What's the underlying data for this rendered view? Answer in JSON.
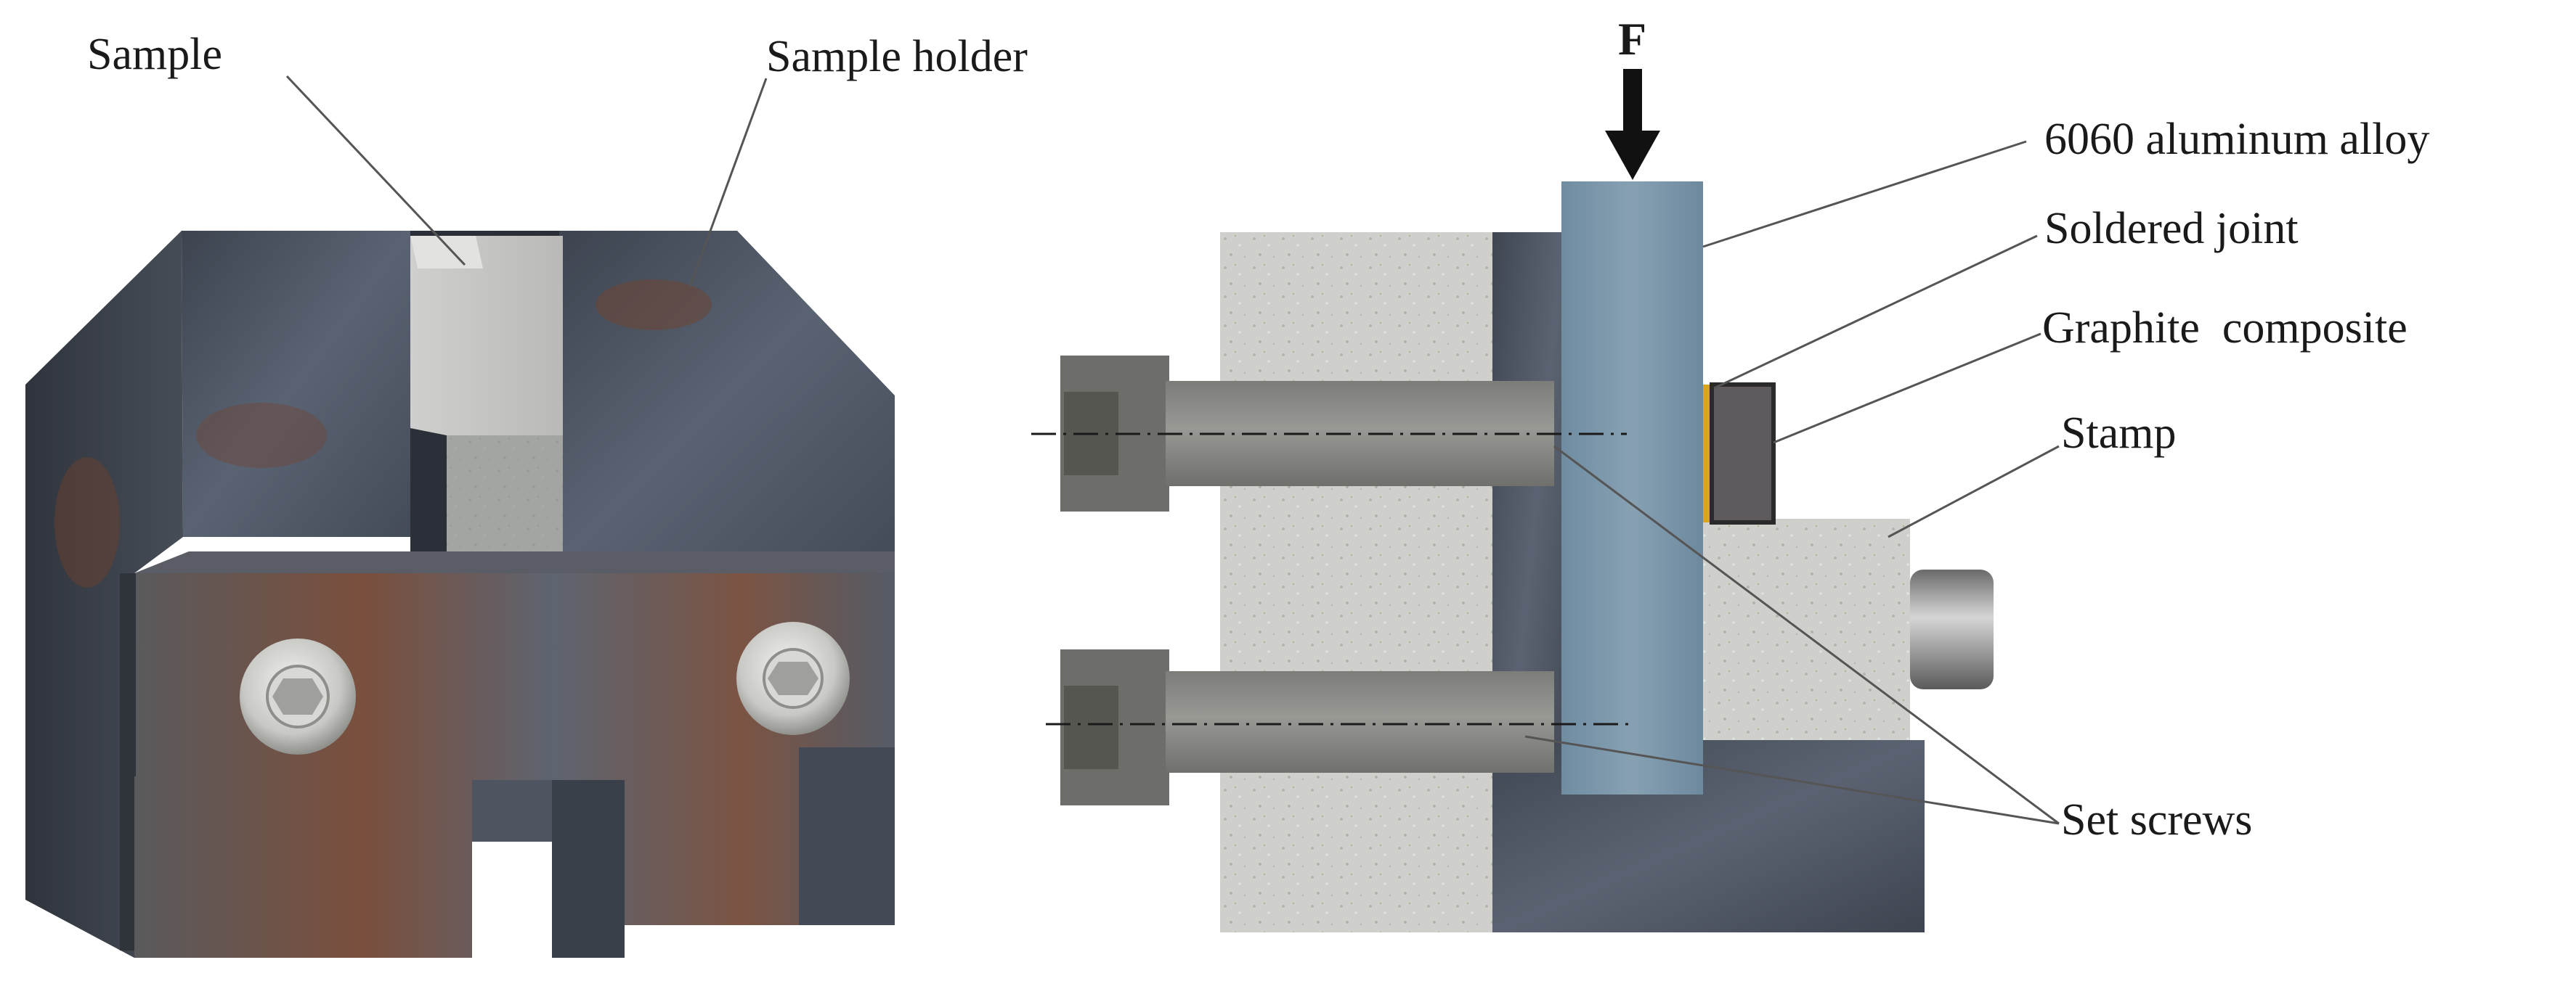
{
  "figure": {
    "left_view": {
      "labels": {
        "sample": "Sample",
        "sample_holder": "Sample holder"
      }
    },
    "right_view": {
      "force_label": "F",
      "labels": {
        "aluminum": "6060 aluminum alloy",
        "soldered_joint": "Soldered joint",
        "graphite": "Graphite  composite",
        "stamp": "Stamp",
        "set_screws": "Set screws"
      }
    },
    "colors": {
      "steel_dark": "#4a5260",
      "steel_mid": "#5d6675",
      "rust": "#7a4a35",
      "aluminum_blue": "#7d98ab",
      "concrete": "#cfd0cc",
      "graphite": "#5e5a5e",
      "solder": "#d9a520",
      "screw_gray": "#8e8f8b"
    }
  }
}
